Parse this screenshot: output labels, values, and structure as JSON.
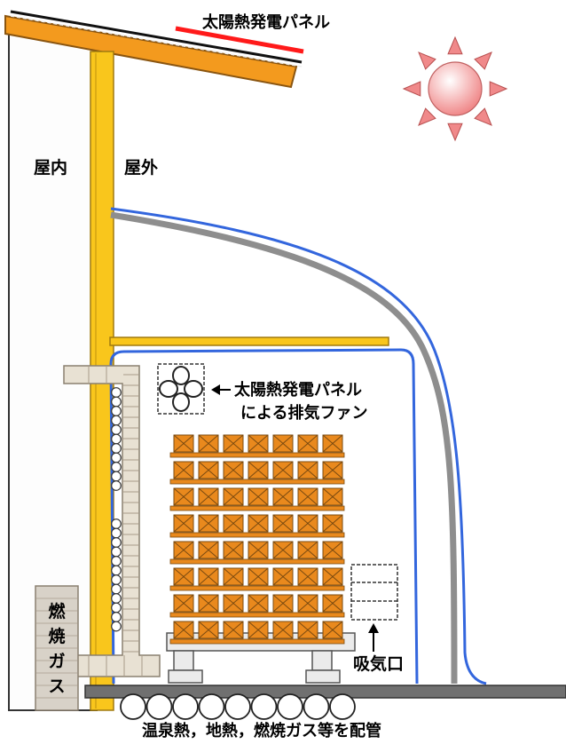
{
  "labels": {
    "solar_panel": "太陽熱発電パネル",
    "indoor": "屋内",
    "outdoor": "屋外",
    "fan_line1": "太陽熱発電パネル",
    "fan_line2": "による排気ファン",
    "air_intake": "吸気口",
    "burner": [
      "燃",
      "焼",
      "ガ",
      "ス"
    ],
    "piping": "温泉熱，地熱，燃焼ガス等を配管"
  },
  "colors": {
    "roof": "#f39a1e",
    "solar_panel": "#ff1a1a",
    "post": "#f9c61c",
    "film_outer": "#3366dd",
    "film_inner": "#8e8e8e",
    "duct": "#e8e1d3",
    "crate": "#e9891d",
    "ground": "#707070",
    "sun": "#f0898a"
  },
  "icons": [
    "sun-icon",
    "fan-icon",
    "arrow-left-icon",
    "arrow-up-icon"
  ]
}
